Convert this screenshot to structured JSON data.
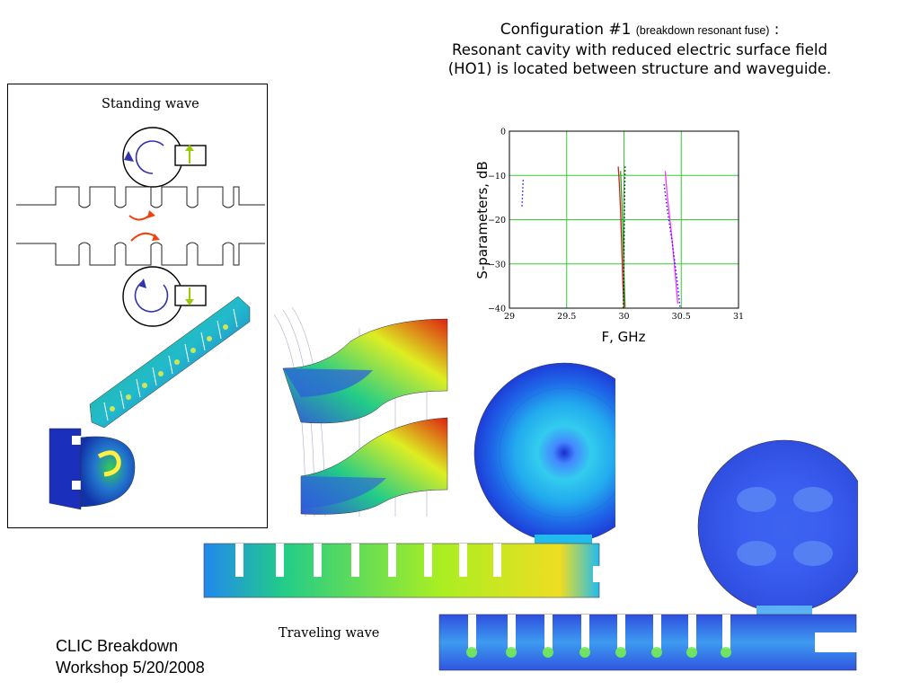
{
  "header": {
    "config_label": "Configuration #1",
    "config_note": "(breakdown resonant fuse)",
    "colon": ":",
    "line2": "Resonant cavity with reduced electric surface field",
    "line3": "(HO1) is located between structure and waveguide."
  },
  "standing_wave_label": "Standing wave",
  "traveling_wave_label": "Traveling wave",
  "footer": {
    "line1": "CLIC Breakdown",
    "line2": "Workshop 5/20/2008"
  },
  "colors": {
    "grid": "#33cc33",
    "series_blue": "#1a1aff",
    "series_red": "#cc2222",
    "series_green": "#22aa22",
    "series_magenta": "#ff33ff",
    "field_low": "#2b2bd6",
    "field_high": "#e02020"
  },
  "chart_data": {
    "type": "line",
    "title": "",
    "xlabel": "F, GHz",
    "ylabel": "S-parameters, dB",
    "xlim": [
      29,
      31
    ],
    "ylim": [
      -40,
      0
    ],
    "xticks": [
      29,
      29.5,
      30,
      30.5,
      31
    ],
    "xtick_labels": [
      "29",
      "29.5",
      "30",
      "30.5",
      "31"
    ],
    "yticks": [
      -40,
      -30,
      -20,
      -10,
      0
    ],
    "ytick_labels": [
      "−40",
      "−30",
      "−20",
      "−10",
      "0"
    ],
    "grid": true,
    "series": [
      {
        "color": "#1a1aff",
        "style": "dotted",
        "x": [
          29.11,
          29.115,
          29.12
        ],
        "y": [
          -17,
          -14,
          -11
        ]
      },
      {
        "color": "#cc2222",
        "style": "solid",
        "x": [
          29.95,
          29.96,
          29.97,
          29.98,
          29.99,
          30.0
        ],
        "y": [
          -8,
          -12,
          -18,
          -26,
          -34,
          -40
        ]
      },
      {
        "color": "#22aa22",
        "style": "solid",
        "x": [
          29.97,
          29.98,
          29.99,
          30.0,
          30.01
        ],
        "y": [
          -9,
          -15,
          -22,
          -32,
          -40
        ]
      },
      {
        "color": "#111111",
        "style": "dotted",
        "x": [
          30.01,
          30.005,
          30.0,
          29.995
        ],
        "y": [
          -8,
          -16,
          -28,
          -40
        ]
      },
      {
        "color": "#ff33ff",
        "style": "solid",
        "x": [
          30.36,
          30.38,
          30.41,
          30.44,
          30.47
        ],
        "y": [
          -9,
          -15,
          -22,
          -30,
          -39
        ]
      },
      {
        "color": "#1a1aff",
        "style": "dotted",
        "x": [
          30.35,
          30.38,
          30.42,
          30.46,
          30.49
        ],
        "y": [
          -12,
          -18,
          -25,
          -33,
          -40
        ]
      }
    ]
  }
}
